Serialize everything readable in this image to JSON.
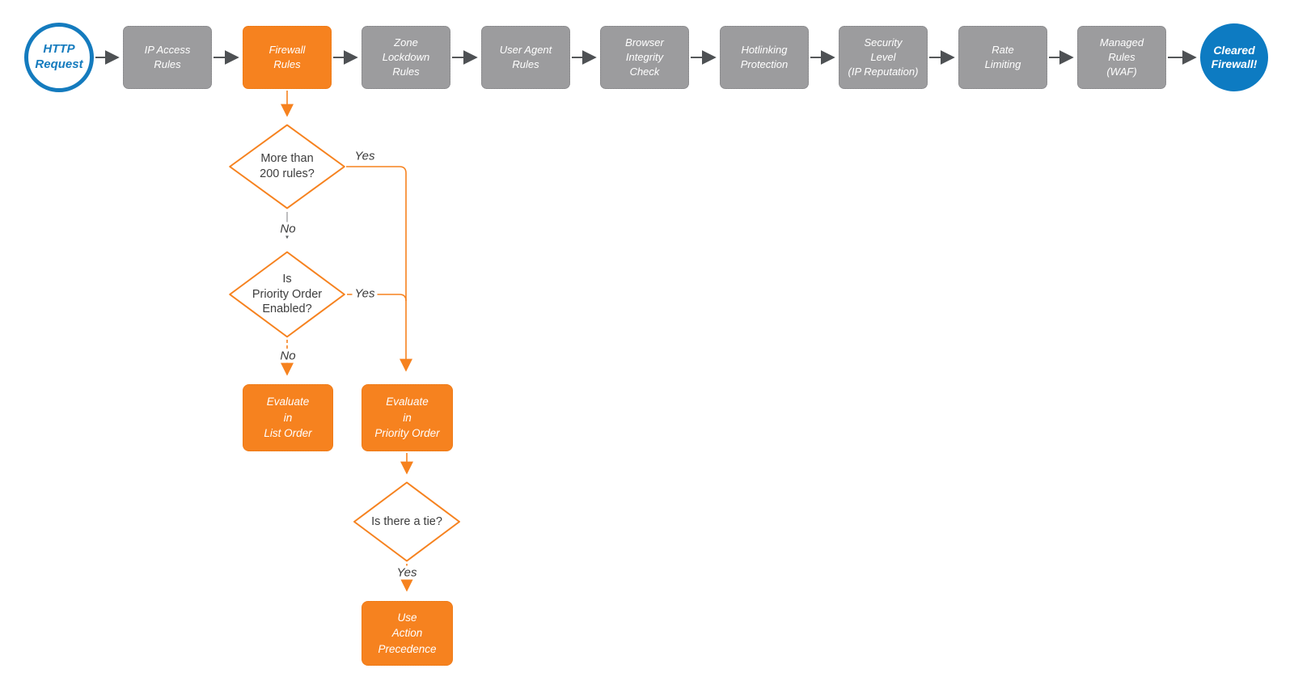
{
  "diagram": {
    "kind": "flowchart",
    "colors": {
      "accent_orange": "#F6821F",
      "stage_gray": "#9C9C9E",
      "terminal_blue_border": "#147BBE",
      "terminal_blue_fill": "#0D7BC2",
      "arrow_gray": "#55585A",
      "text_dark": "#3D3D3D",
      "text_white": "#FFFFFF"
    },
    "pipeline": {
      "http_request": "HTTP\nRequest",
      "ip_access": "IP Access\nRules",
      "firewall": "Firewall\nRules",
      "zone_lockdown": "Zone\nLockdown\nRules",
      "user_agent": "User Agent\nRules",
      "browser_integrity": "Browser\nIntegrity\nCheck",
      "hotlinking": "Hotlinking\nProtection",
      "security_level": "Security\nLevel\n(IP Reputation)",
      "rate_limiting": "Rate\nLimiting",
      "managed_rules": "Managed\nRules\n(WAF)",
      "cleared": "Cleared\nFirewall!"
    },
    "decisions": {
      "more_than_200": "More than\n200 rules?",
      "priority_enabled": "Is\nPriority Order\nEnabled?",
      "tie": "Is there a tie?"
    },
    "actions": {
      "evaluate_list": "Evaluate\nin\nList Order",
      "evaluate_priority": "Evaluate\nin\nPriority Order",
      "action_precedence": "Use\nAction\nPrecedence"
    },
    "edge_labels": {
      "yes_200": "Yes",
      "no_200": "No",
      "yes_priority": "Yes",
      "no_priority": "No",
      "yes_tie": "Yes"
    }
  }
}
